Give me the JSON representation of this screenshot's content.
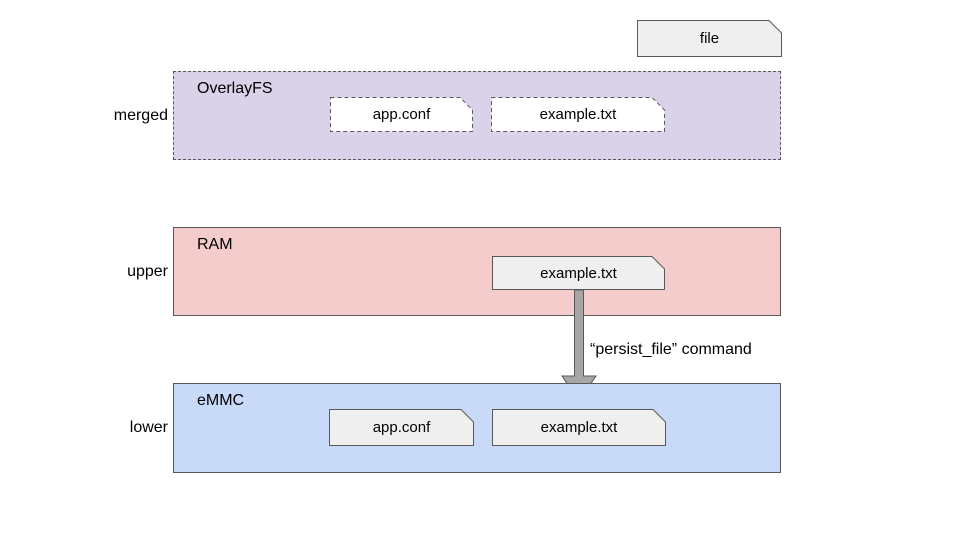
{
  "legend": {
    "file_label": "file"
  },
  "layers": [
    {
      "side_label": "merged",
      "name": "OverlayFS",
      "files": [
        {
          "name": "app.conf"
        },
        {
          "name": "example.txt"
        }
      ]
    },
    {
      "side_label": "upper",
      "name": "RAM",
      "files": [
        {
          "name": "example.txt"
        }
      ]
    },
    {
      "side_label": "lower",
      "name": "eMMC",
      "files": [
        {
          "name": "app.conf"
        },
        {
          "name": "example.txt"
        }
      ]
    }
  ],
  "arrow": {
    "label": "“persist_file” command"
  },
  "colors": {
    "background": "#ffffff",
    "merged_fill": "#d9d2e9",
    "upper_fill": "#f4cccc",
    "lower_fill": "#c9daf8",
    "file_fill": "#efefef",
    "white_file_fill": "#ffffff",
    "border": "#595959",
    "arrow_fill": "#a6a6a6",
    "text": "#000000"
  }
}
